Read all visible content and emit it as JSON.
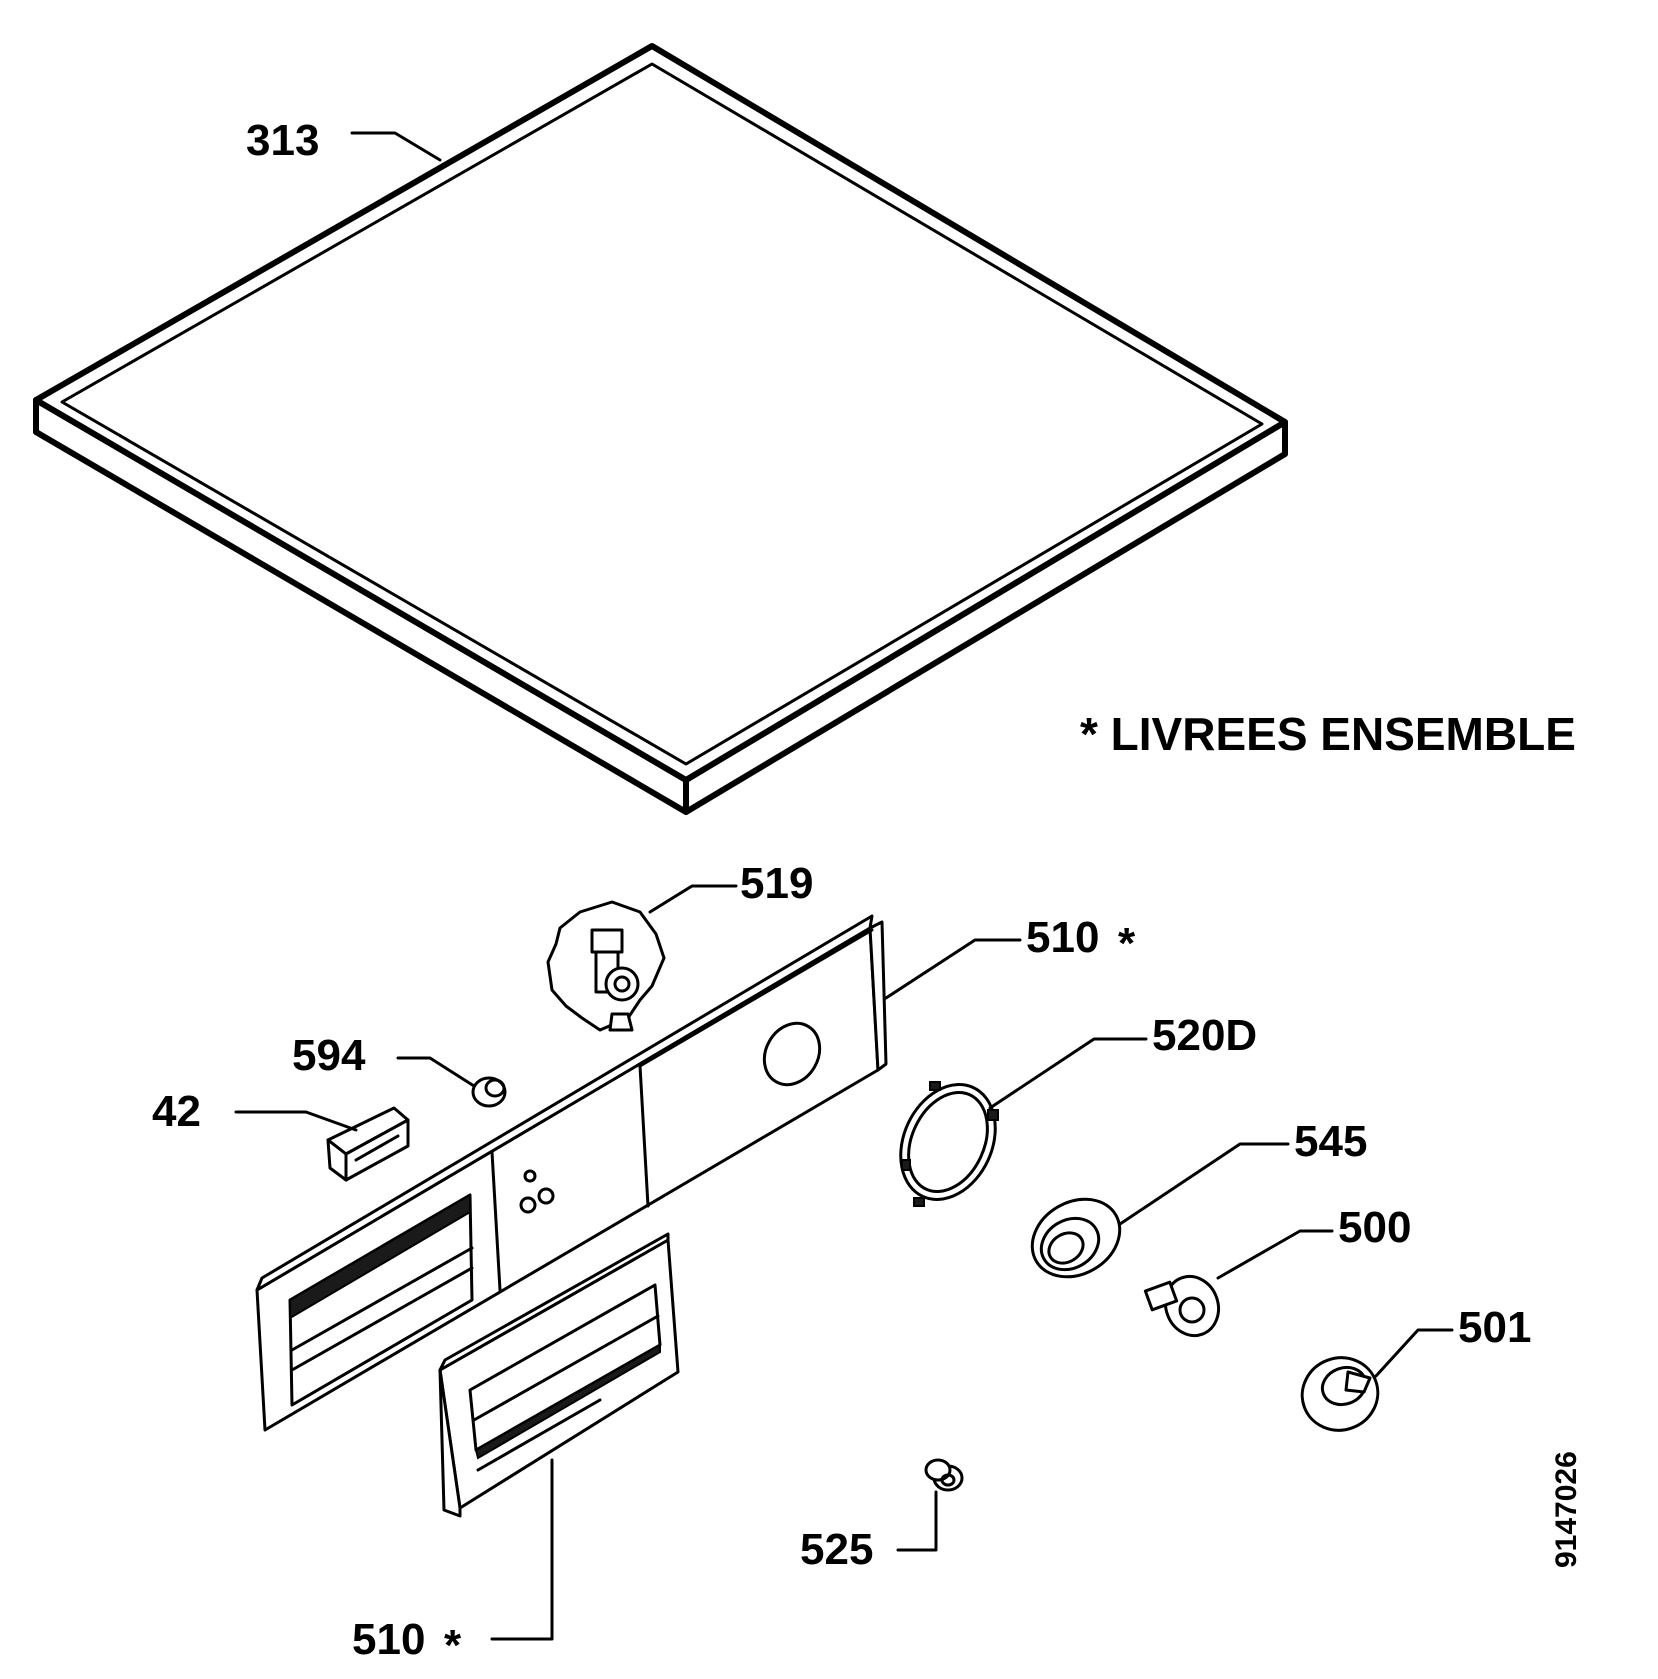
{
  "diagram": {
    "labels": {
      "p313": "313",
      "p519": "519",
      "p510_top": "510",
      "p520d": "520D",
      "p594": "594",
      "p42": "42",
      "p545": "545",
      "p500": "500",
      "p501": "501",
      "p525": "525",
      "p510_bottom": "510"
    },
    "asterisk": "*",
    "note": "* LIVREES ENSEMBLE",
    "document_number": "9147026"
  }
}
